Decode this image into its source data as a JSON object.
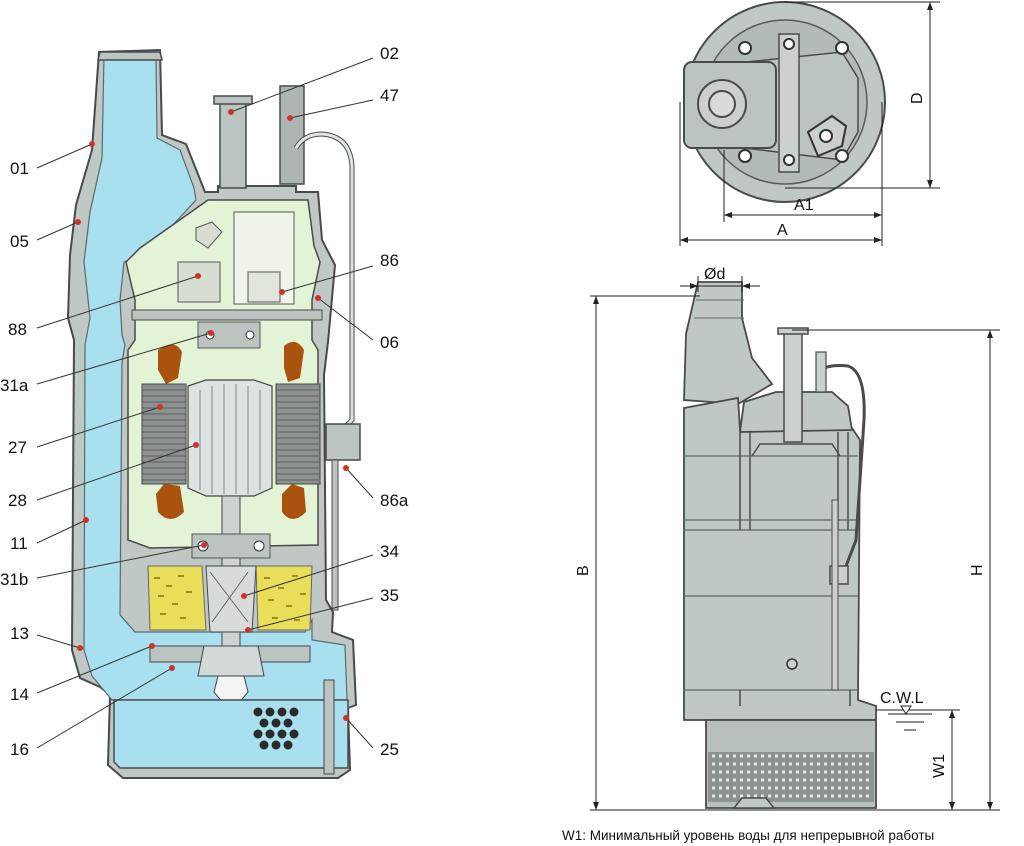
{
  "diagram": {
    "part_labels": [
      "02",
      "47",
      "01",
      "05",
      "86",
      "88",
      "06",
      "31a",
      "27",
      "28",
      "86a",
      "11",
      "31b",
      "34",
      "35",
      "13",
      "14",
      "16",
      "25"
    ],
    "dimensions": {
      "D": "D",
      "A1": "A1",
      "A": "A",
      "d": "Ød",
      "B": "B",
      "H": "H",
      "cwl": "C.W.L",
      "w1": "W1"
    },
    "note": "W1: Минимальный уровень воды для непрерывной работы",
    "colors": {
      "water": "#a8e0ef",
      "motor": "#e2f3d6",
      "casing": "#bcc4c2",
      "oil": "#e8de5a",
      "coil": "#a9530f",
      "lead_dot": "#d0322a"
    }
  }
}
